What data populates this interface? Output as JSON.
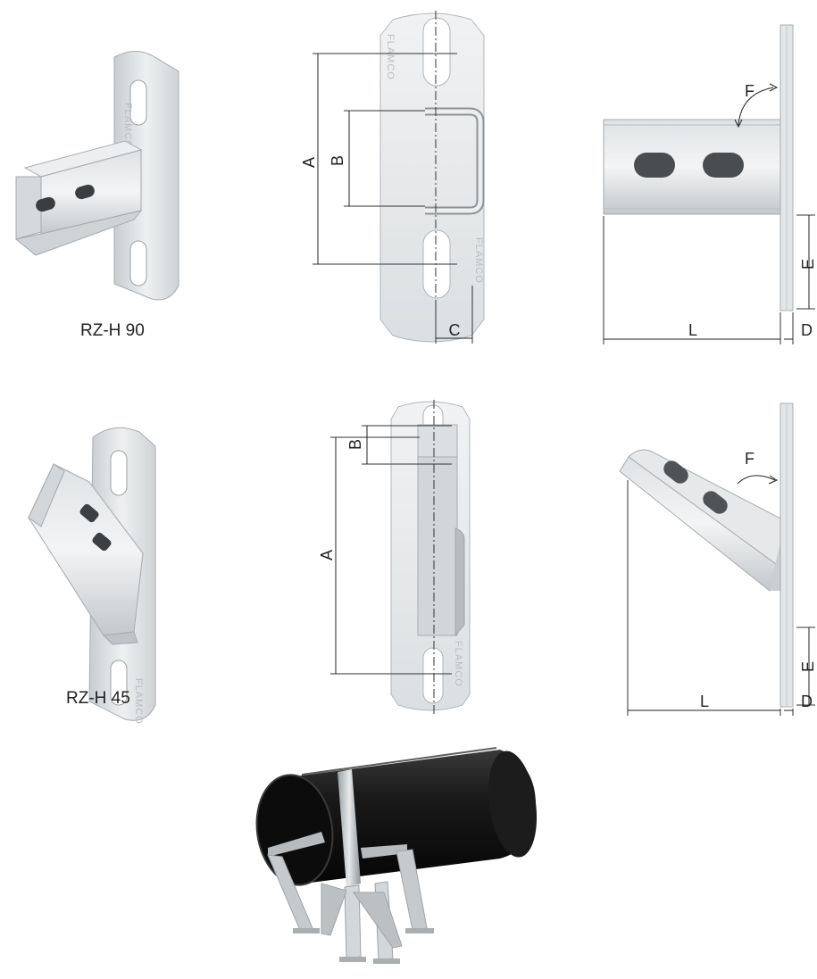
{
  "products": [
    {
      "name": "RZ-H 90",
      "front_view_labels": {
        "a": "A",
        "b": "B",
        "c": "C"
      },
      "side_view_labels": {
        "f": "F",
        "e": "E",
        "l": "L",
        "d": "D"
      }
    },
    {
      "name": "RZ-H 45",
      "front_view_labels": {
        "a": "A",
        "b": "B"
      },
      "side_view_labels": {
        "f": "F",
        "e": "E",
        "l": "L",
        "d": "D"
      }
    }
  ],
  "brand_mark": "FLAMCO",
  "colors": {
    "steel_light": "#e9ebec",
    "steel_mid": "#c8ccce",
    "steel_dark": "#8f9498",
    "pipe_black": "#141414",
    "dimension_line": "#222222"
  },
  "icons": {
    "rz_h90_photo": "wall-bracket-90-icon",
    "rz_h45_photo": "wall-bracket-45-icon",
    "pipe_support_photo": "pipe-on-stand-icon"
  }
}
